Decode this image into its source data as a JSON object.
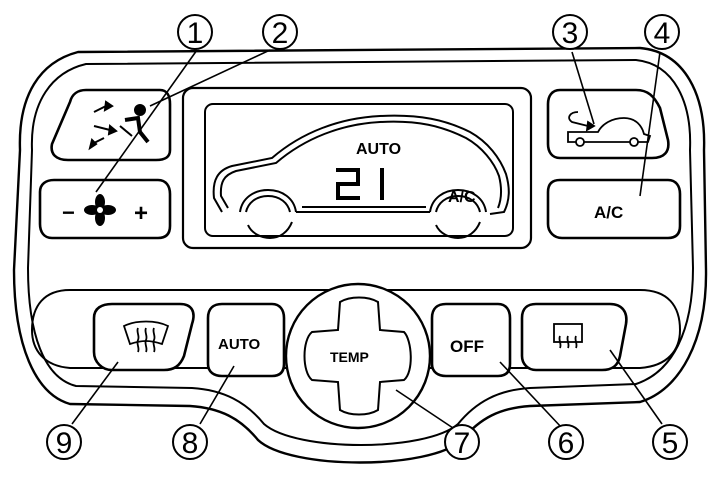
{
  "display": {
    "mode_text": "AUTO",
    "temperature": "21",
    "ac_indicator": "A/C"
  },
  "buttons": {
    "fan_minus": "−",
    "fan_plus": "+",
    "ac": "A/C",
    "auto": "AUTO",
    "temp": "TEMP",
    "off": "OFF"
  },
  "icons": {
    "air_distribution": "air-distribution-icon",
    "fan": "fan-icon",
    "recirculation": "recirculation-icon",
    "front_defrost": "windshield-defrost-icon",
    "rear_defrost": "rear-window-defrost-icon"
  },
  "callouts": [
    "1",
    "2",
    "3",
    "4",
    "5",
    "6",
    "7",
    "8",
    "9"
  ],
  "colors": {
    "line": "#000000",
    "display_bg": "#ffffff"
  }
}
